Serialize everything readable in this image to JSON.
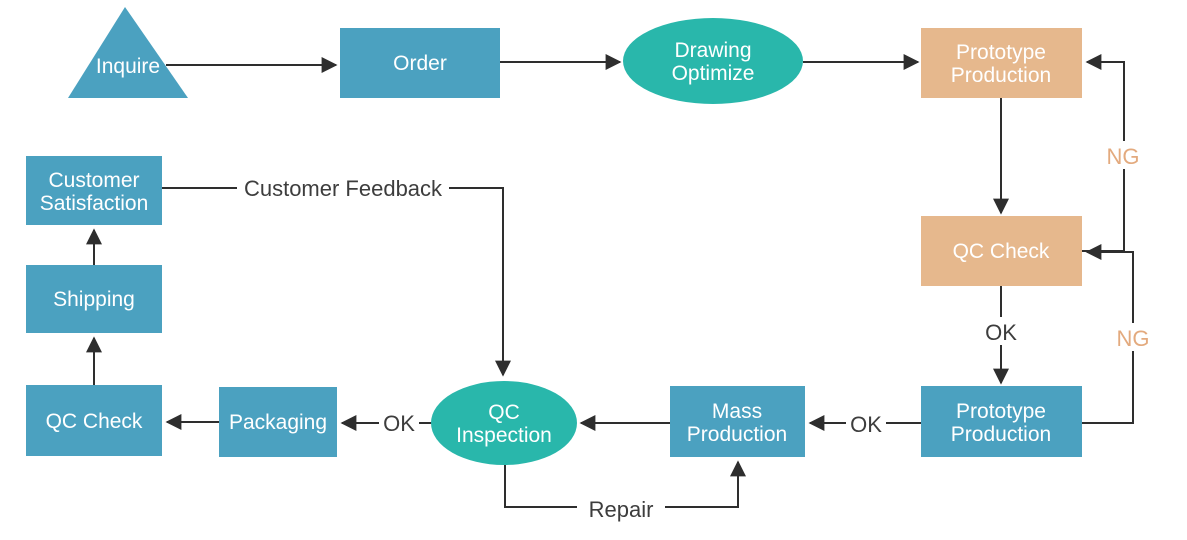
{
  "diagram": {
    "type": "flowchart",
    "colors": {
      "process_blue": "#4ba1c0",
      "decision_teal": "#29b7ab",
      "prototype_orange": "#e6b88d",
      "connector_line": "#2e2e2e",
      "edge_label_text": "#3d3d3d",
      "ng_label_text": "#e3aa7e",
      "node_text": "#ffffff",
      "background": "#ffffff"
    },
    "nodes": {
      "inquire": {
        "shape": "triangle",
        "label": "Inquire"
      },
      "order": {
        "shape": "rect",
        "label": "Order"
      },
      "drawing_optimize": {
        "shape": "ellipse",
        "line1": "Drawing",
        "line2": "Optimize"
      },
      "prototype_production_1": {
        "shape": "rect",
        "line1": "Prototype",
        "line2": "Production"
      },
      "qc_check_1": {
        "shape": "rect",
        "label": "QC Check"
      },
      "prototype_production_2": {
        "shape": "rect",
        "line1": "Prototype",
        "line2": "Production"
      },
      "mass_production": {
        "shape": "rect",
        "line1": "Mass",
        "line2": "Production"
      },
      "qc_inspection": {
        "shape": "ellipse",
        "line1": "QC",
        "line2": "Inspection"
      },
      "packaging": {
        "shape": "rect",
        "label": "Packaging"
      },
      "qc_check_2": {
        "shape": "rect",
        "label": "QC Check"
      },
      "shipping": {
        "shape": "rect",
        "label": "Shipping"
      },
      "customer_satisfaction": {
        "shape": "rect",
        "line1": "Customer",
        "line2": "Satisfaction"
      }
    },
    "edge_labels": {
      "ok_after_qc_check": "OK",
      "ok_before_mass_production": "OK",
      "ok_before_packaging": "OK",
      "ng_to_prototype_production": "NG",
      "ng_to_qc_check": "NG",
      "customer_feedback": "Customer Feedback",
      "repair": "Repair"
    }
  }
}
